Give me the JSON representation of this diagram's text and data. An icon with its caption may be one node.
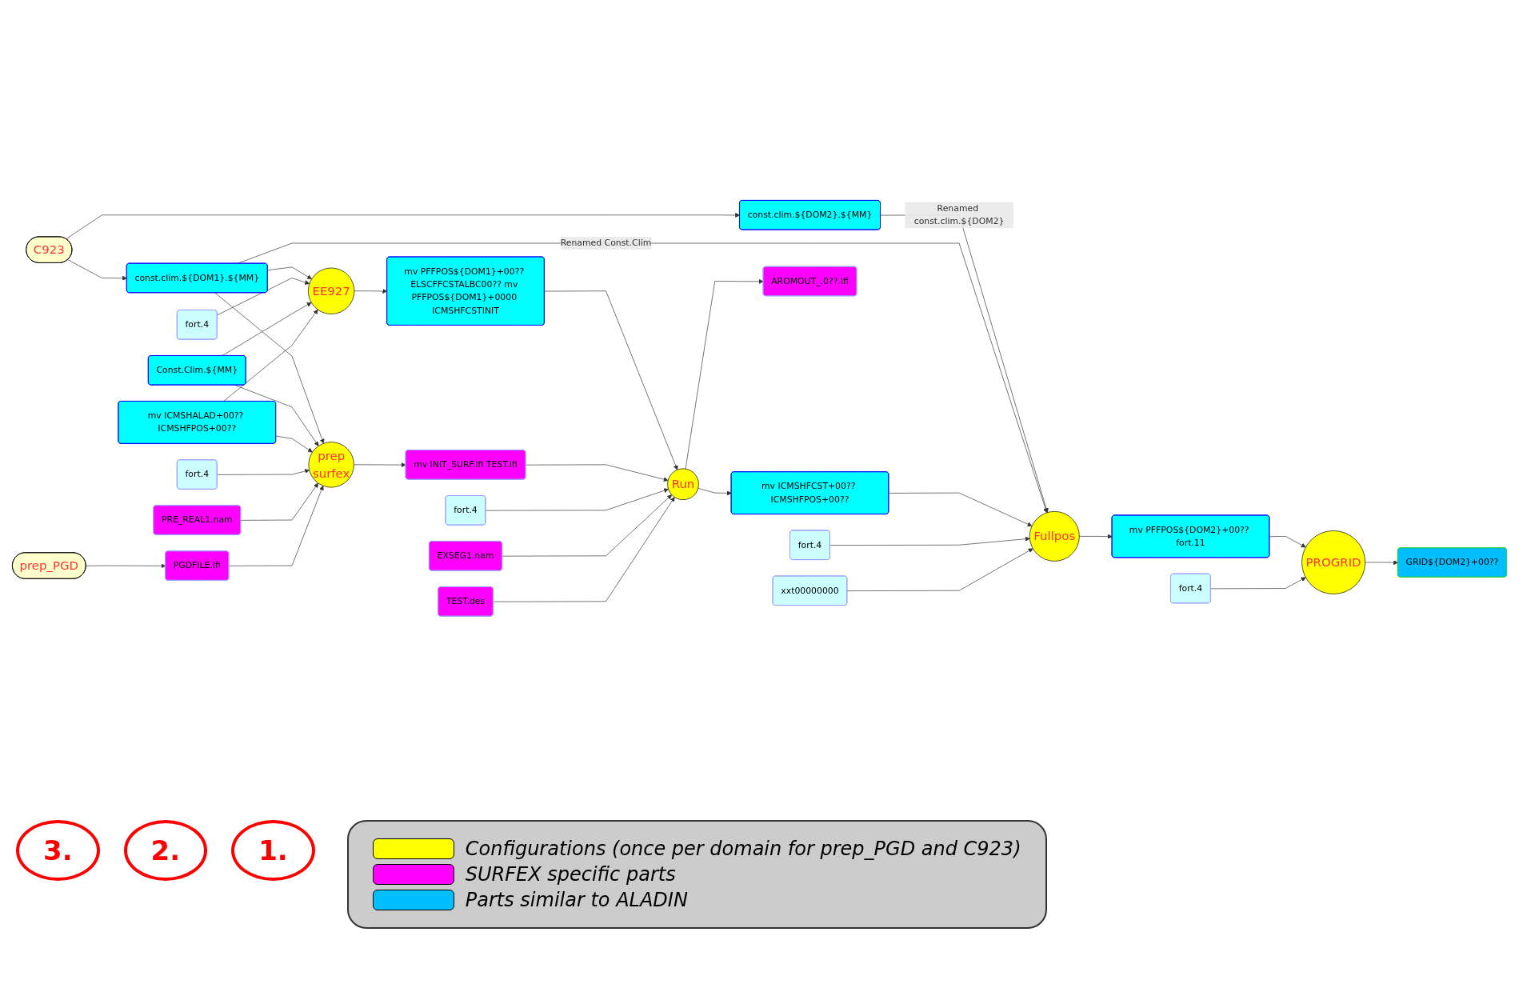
{
  "diagram": {
    "nodes": [
      {
        "text": [
          "C923"
        ]
      },
      {
        "text": [
          "const.clim.${DOM1}.${MM}"
        ]
      },
      {
        "text": [
          "const.clim.${DOM2}.${MM}"
        ]
      },
      {
        "text": [
          "fort.4"
        ]
      },
      {
        "text": [
          "EE927"
        ]
      },
      {
        "text": [
          "mv PFFPOS${DOM1}+00?? ELSCFFCSTALBC00?? mv PFFPOS${DOM1}+0000 ICMSHFCSTINIT"
        ]
      },
      {
        "text": [
          "Const.Clim.${MM}"
        ]
      },
      {
        "text": [
          "mv ICMSHALAD+00?? ICMSHFPOS+00??"
        ]
      },
      {
        "text": [
          "fort.4"
        ]
      },
      {
        "text": [
          "EXSEG1.nam"
        ]
      },
      {
        "text": [
          "TEST.des"
        ]
      },
      {
        "text": [
          "Run"
        ]
      },
      {
        "text": [
          "mv ICMSHFCST+00?? ICMSHFPOS+00??"
        ]
      },
      {
        "text": [
          "AROMOUT_.0??.lfi"
        ]
      },
      {
        "text": [
          "fort.4"
        ]
      },
      {
        "text": [
          "xxt00000000"
        ]
      },
      {
        "text": [
          "Fullpos"
        ]
      },
      {
        "text": [
          "mv PFFPOS${DOM2}+00?? fort.11"
        ]
      },
      {
        "text": [
          "fort.4"
        ]
      },
      {
        "text": [
          "PRE_REAL1.nam"
        ]
      },
      {
        "text": [
          "prep",
          "surfex"
        ]
      },
      {
        "text": [
          "mv INIT_SURF.lfi TEST.lfi"
        ]
      },
      {
        "text": [
          "fort.4"
        ]
      },
      {
        "text": [
          "PROGRID"
        ]
      },
      {
        "text": [
          "GRID${DOM2}+00??"
        ]
      },
      {
        "text": [
          "PGDFILE.lfi"
        ]
      },
      {
        "text": [
          "prep_PGD"
        ]
      }
    ],
    "edges": [
      {
        "from": 0,
        "to": 1,
        "arrow": "to"
      },
      {
        "from": 0,
        "to": 2,
        "arrow": "to"
      },
      {
        "from": 1,
        "to": 4,
        "arrow": "to"
      },
      {
        "from": 2,
        "to": 16,
        "arrow": "to",
        "label": "Renamed const.clim.${DOM2}"
      },
      {
        "from": 1,
        "to": 16,
        "arrow": "to",
        "label": "Renamed Const.Clim"
      },
      {
        "from": 3,
        "to": 4,
        "arrow": "to"
      },
      {
        "from": 6,
        "to": 4,
        "arrow": "to"
      },
      {
        "from": 7,
        "to": 4,
        "arrow": "to"
      },
      {
        "from": 4,
        "to": 5,
        "arrow": "to"
      },
      {
        "from": 5,
        "to": 11,
        "arrow": "to"
      },
      {
        "from": 1,
        "to": 20,
        "arrow": "to"
      },
      {
        "from": 6,
        "to": 20,
        "arrow": "to"
      },
      {
        "from": 7,
        "to": 20,
        "arrow": "to"
      },
      {
        "from": 18,
        "to": 20,
        "arrow": "to"
      },
      {
        "from": 19,
        "to": 20,
        "arrow": "to"
      },
      {
        "from": 20,
        "to": 21,
        "arrow": "to"
      },
      {
        "from": 21,
        "to": 11,
        "arrow": "to"
      },
      {
        "from": 26,
        "to": 25,
        "arrow": "to"
      },
      {
        "from": 25,
        "to": 20,
        "arrow": "to"
      },
      {
        "from": 8,
        "to": 11,
        "arrow": "to"
      },
      {
        "from": 9,
        "to": 11,
        "arrow": "to"
      },
      {
        "from": 10,
        "to": 11,
        "arrow": "to"
      },
      {
        "from": 11,
        "to": 12,
        "arrow": "to"
      },
      {
        "from": 11,
        "to": 13,
        "arrow": "to"
      },
      {
        "from": 12,
        "to": 16,
        "arrow": "to"
      },
      {
        "from": 14,
        "to": 16,
        "arrow": "to"
      },
      {
        "from": 15,
        "to": 16,
        "arrow": "to"
      },
      {
        "from": 16,
        "to": 17,
        "arrow": "to"
      },
      {
        "from": 17,
        "to": 23,
        "arrow": "to"
      },
      {
        "from": 22,
        "to": 23,
        "arrow": "to"
      },
      {
        "from": 23,
        "to": 24,
        "arrow": "to"
      }
    ],
    "labels": [
      "3.",
      "2.",
      "1."
    ],
    "legend": [
      {
        "text": "Configurations (once per domain for prep_PGD and C923)",
        "color": "#ffff00"
      },
      {
        "text": "SURFEX specific parts",
        "color": "#ff00ff"
      },
      {
        "text": "Parts similar to ALADIN",
        "color": "#00bfff"
      }
    ]
  }
}
